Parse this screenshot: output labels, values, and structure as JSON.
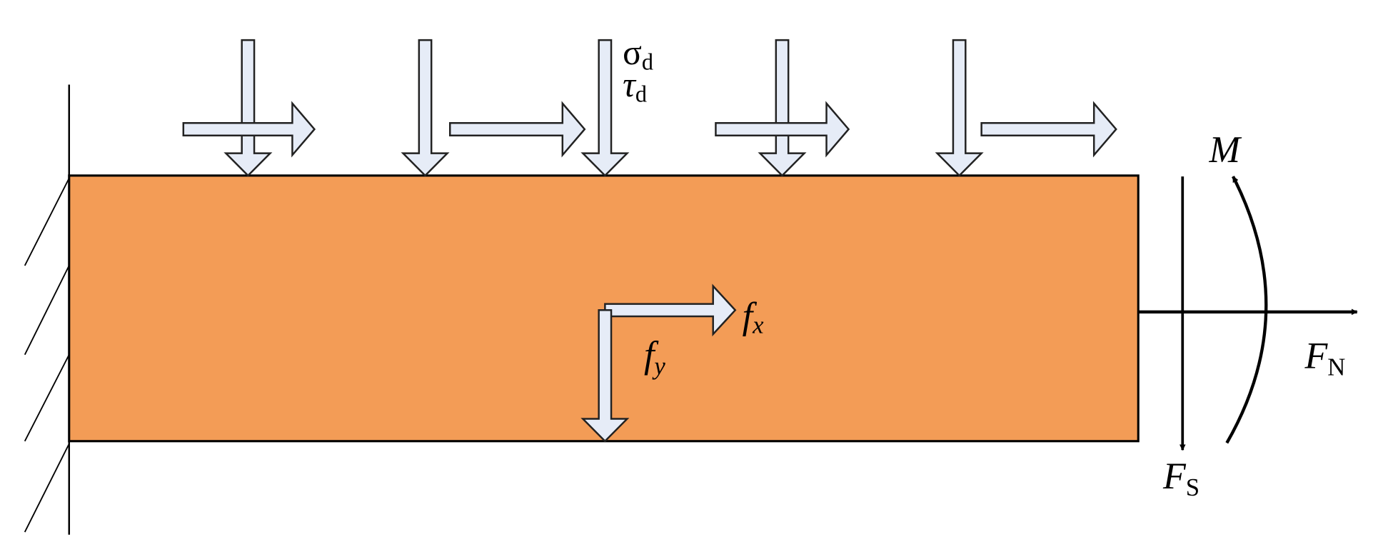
{
  "diagram": {
    "type": "cantilever beam free-body diagram",
    "colors": {
      "beam": "#F39C56",
      "arrow_fill": "#E6ECF7",
      "line": "#000000"
    },
    "labels": {
      "sigma": "σ",
      "sigma_sub": "d",
      "tau": "τ",
      "tau_sub": "d",
      "fx": "f",
      "fx_sub": "x",
      "fy": "f",
      "fy_sub": "y",
      "moment": "M",
      "fn": "F",
      "fn_sub": "N",
      "fs": "F",
      "fs_sub": "S"
    }
  }
}
